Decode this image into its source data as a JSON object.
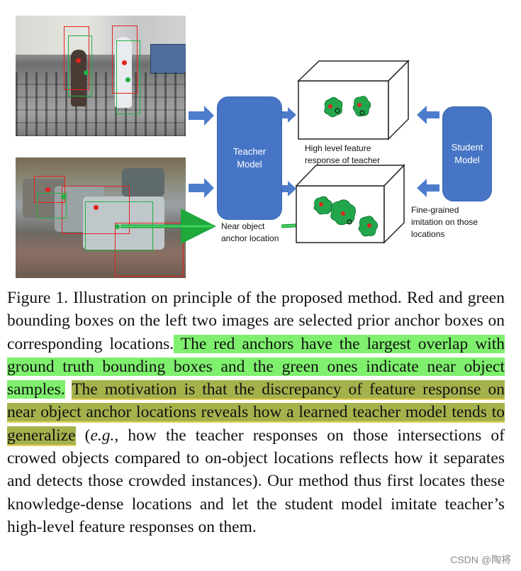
{
  "figure": {
    "teacher_model": "Teacher\nModel",
    "student_model": "Student\nModel",
    "high_level_label": "High level feature\nresponse of teacher",
    "near_object_label": "Near object\nanchor location",
    "imitation_label": "Fine-grained\nimitation on those\nlocations",
    "colors": {
      "model_blue": "#4675c5",
      "arrow_blue": "#4d7ccc",
      "anchor_red": "#e0241f",
      "anchor_green": "#1fb141"
    }
  },
  "caption": {
    "seg1": "Figure 1. Illustration on principle of the proposed method. Red and green bounding boxes on the left two images are selected prior anchor boxes on corresponding locations.",
    "seg2": " The red anchors have the largest overlap with ground truth bounding boxes and the green ones indicate near object samples.",
    "seg3": " ",
    "seg4": "The motivation is that the discrepancy of feature response on near object anchor locations reveals how a learned teacher model tends to generalize",
    "seg5": " (",
    "seg6": "e.g.",
    "seg7": ", how the teacher responses on those intersections of crowed objects compared to on-object locations reflects how it separates and detects those crowded instances). Our method thus first locates these knowledge-dense locations and let the student model imitate teacher’s high-level feature responses on them."
  },
  "watermark": "CSDN @陶将"
}
